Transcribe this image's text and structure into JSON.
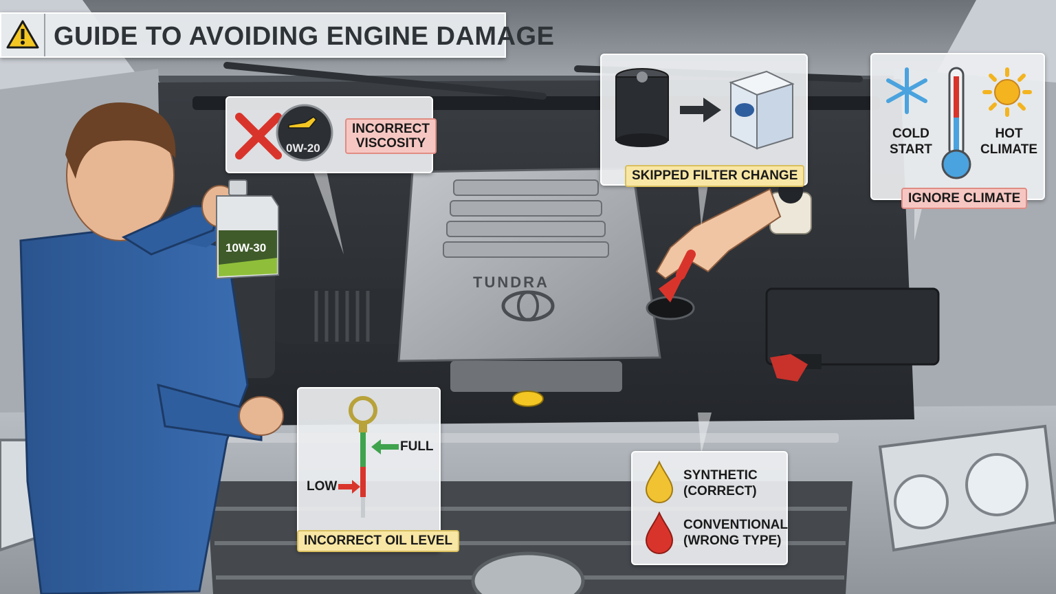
{
  "title": "GUIDE TO AVOIDING ENGINE DAMAGE",
  "viscosity": {
    "line1": "INCORRECT",
    "line2": "VISCOSITY",
    "cap_grade": "0W-20"
  },
  "bottle": {
    "grade": "10W-30"
  },
  "engine": {
    "brand": "TUNDRA"
  },
  "filter": {
    "label": "SKIPPED FILTER CHANGE"
  },
  "climate": {
    "cold_line1": "COLD",
    "cold_line2": "START",
    "hot_line1": "HOT",
    "hot_line2": "CLIMATE",
    "label": "IGNORE CLIMATE"
  },
  "oil_level": {
    "full": "FULL",
    "low": "LOW",
    "label": "INCORRECT OIL LEVEL"
  },
  "oil_type": {
    "synthetic_line1": "SYNTHETIC",
    "synthetic_line2": "(CORRECT)",
    "conventional_line1": "CONVENTIONAL",
    "conventional_line2": "(WRONG TYPE)"
  },
  "colors": {
    "accent_red": "#d9342b",
    "accent_yellow": "#f3c623",
    "coverall_blue": "#2f5e9e",
    "truck_gray": "#9aa0a6"
  }
}
